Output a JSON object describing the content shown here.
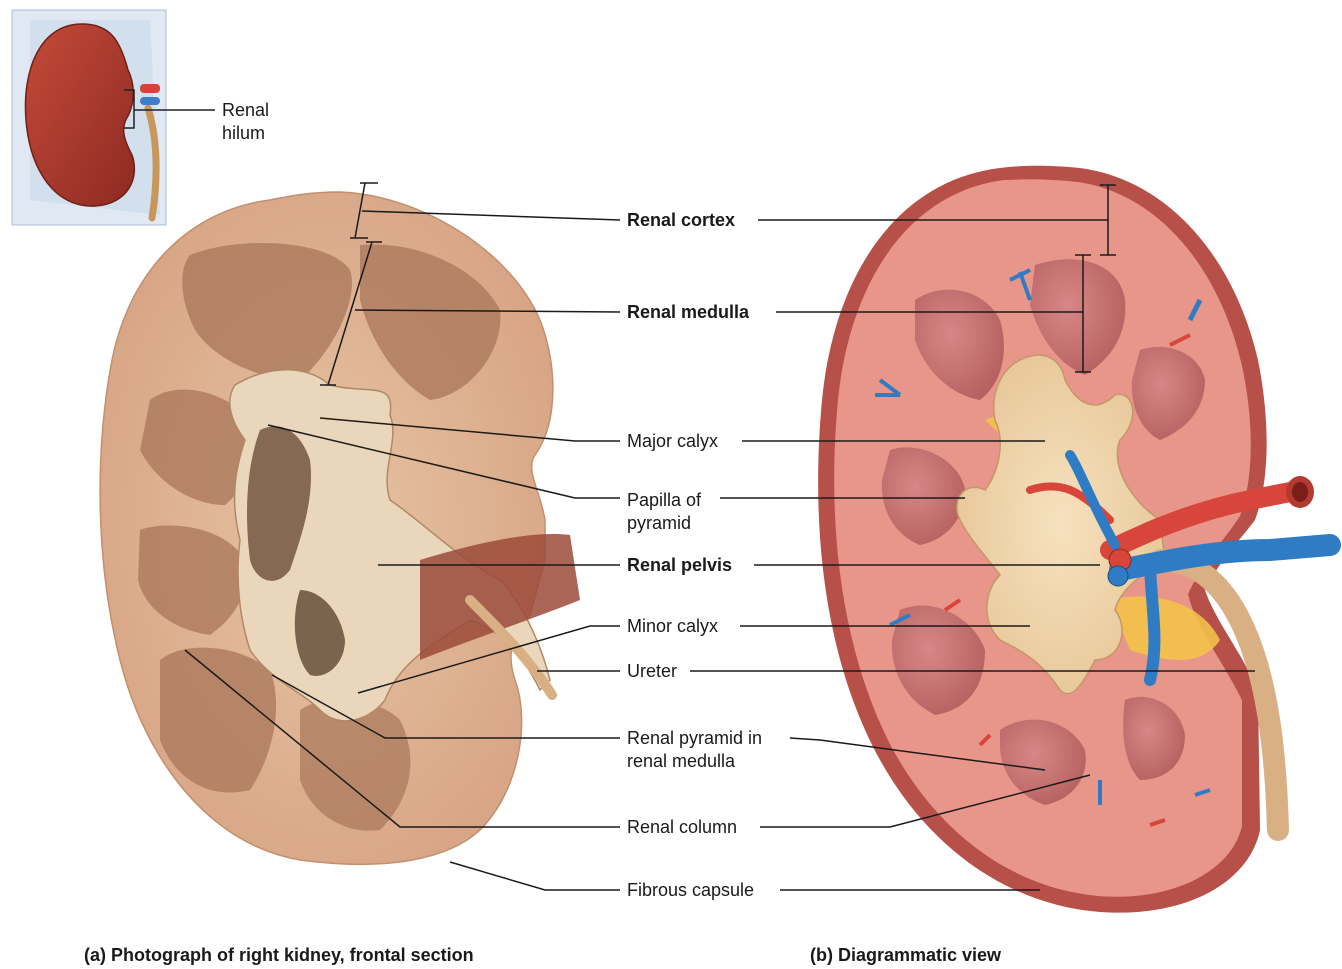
{
  "inset": {
    "label_line1": "Renal",
    "label_line2": "hilum"
  },
  "labels": {
    "renal_cortex": "Renal cortex",
    "renal_medulla": "Renal medulla",
    "major_calyx": "Major calyx",
    "papilla_line1": "Papilla of",
    "papilla_line2": "pyramid",
    "renal_pelvis": "Renal pelvis",
    "minor_calyx": "Minor calyx",
    "ureter": "Ureter",
    "pyramid_line1": "Renal pyramid in",
    "pyramid_line2": "renal medulla",
    "renal_column": "Renal column",
    "fibrous_capsule": "Fibrous capsule"
  },
  "captions": {
    "a": "(a) Photograph of right kidney, frontal section",
    "b": "(b) Diagrammatic view"
  },
  "colors": {
    "photo_cortex": "#d9a98a",
    "photo_medulla": "#a8765a",
    "diagram_cortex": "#e8968a",
    "diagram_pyramid": "#c56a6a",
    "pelvis": "#f0d4a8",
    "artery": "#d8453a",
    "vein": "#2f7cc4",
    "ureter": "#d8b084",
    "fat": "#f2c248",
    "capsule": "#b8504a"
  }
}
